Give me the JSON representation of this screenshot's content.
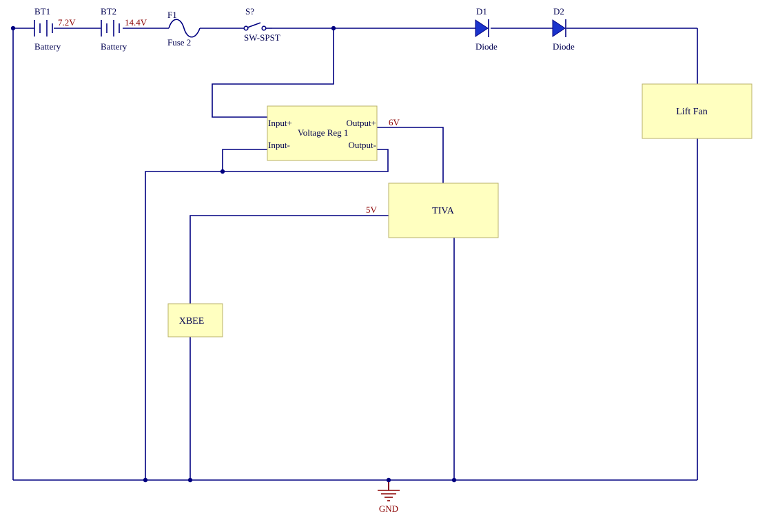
{
  "components": {
    "bt1": {
      "ref": "BT1",
      "type": "Battery",
      "net": "7.2V"
    },
    "bt2": {
      "ref": "BT2",
      "type": "Battery",
      "net": "14.4V"
    },
    "f1": {
      "ref": "F1",
      "type": "Fuse 2"
    },
    "sw": {
      "ref": "S?",
      "type": "SW-SPST"
    },
    "d1": {
      "ref": "D1",
      "type": "Diode"
    },
    "d2": {
      "ref": "D2",
      "type": "Diode"
    },
    "vreg": {
      "name": "Voltage Reg 1",
      "input_plus": "Input+",
      "input_minus": "Input-",
      "output_plus": "Output+",
      "output_minus": "Output-"
    },
    "lift_fan": {
      "name": "Lift Fan"
    },
    "tiva": {
      "name": "TIVA"
    },
    "xbee": {
      "name": "XBEE"
    }
  },
  "nets": {
    "six_v": "6V",
    "five_v": "5V",
    "gnd": "GND"
  },
  "colors": {
    "wire": "#000080",
    "component_fill": "#ffffc0",
    "net_label": "#8b0000"
  }
}
